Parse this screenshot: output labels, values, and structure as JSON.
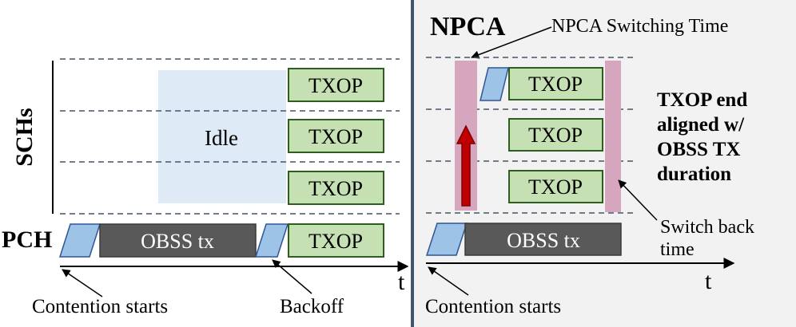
{
  "left": {
    "y_axis_label": "SCHs",
    "pch_label": "PCH",
    "idle_label": "Idle",
    "obss_label": "OBSS tx",
    "txop_labels": [
      "TXOP",
      "TXOP",
      "TXOP",
      "TXOP"
    ],
    "time_label": "t",
    "contention_label": "Contention starts",
    "backoff_label": "Backoff"
  },
  "right": {
    "title": "NPCA",
    "switching_time_label": "NPCA Switching Time",
    "txop_labels": [
      "TXOP",
      "TXOP",
      "TXOP"
    ],
    "obss_label": "OBSS tx",
    "aligned_note_lines": [
      "TXOP end",
      "aligned w/",
      "OBSS TX",
      "duration"
    ],
    "switch_back_lines": [
      "Switch back",
      "time"
    ],
    "time_label": "t",
    "contention_label": "Contention starts"
  },
  "colors": {
    "txop_fill": "#c5e0b3",
    "txop_stroke": "#2e5e1e",
    "obss_fill": "#595959",
    "backoff_fill": "#9dc3e6",
    "idle_fill": "#deebf7",
    "switch_fill": "#d5a6bd",
    "arrow_red": "#c00000",
    "right_panel_bg": "#f2f2f2",
    "divider": "#44546a"
  }
}
